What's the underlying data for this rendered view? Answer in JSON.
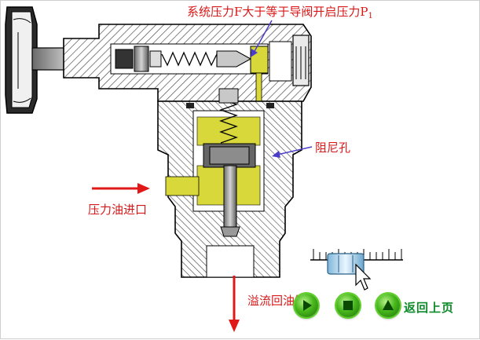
{
  "labels": {
    "top_prefix": "系统压力F大于等于导阀开启压力P",
    "top_subscript": "1",
    "orifice": "阻尼孔",
    "inlet": "压力油进口",
    "overflow": "溢流回油箱"
  },
  "controls": {
    "play_icon": "play-icon",
    "stop_icon": "stop-icon",
    "up_icon": "up-triangle-icon",
    "back_label": "返回上页"
  },
  "colors": {
    "body_hatch": "#555555",
    "fluid_yellow": "#d8d83a",
    "label_red": "#d81818",
    "arrow_red": "#e01818",
    "pointer_blue": "#4a3cc8",
    "button_green": "#47b81c",
    "back_text_green": "#0e8b2a"
  }
}
